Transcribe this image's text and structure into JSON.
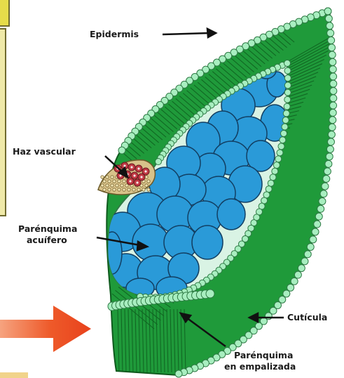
{
  "labels": {
    "epidermis": "Epidermis",
    "haz_vascular": "Haz vascular",
    "parenquima_acuifero_line1": "Parénquima",
    "parenquima_acuifero_line2": "acuífero",
    "cuticula": "Cutícula",
    "parenquima_empalizada_line1": "Parénquima",
    "parenquima_empalizada_line2": "en empalizada"
  },
  "colors": {
    "palisade": "#1f9a3a",
    "palisade_dark": "#0f5a1e",
    "epidermis_cell": "#a8eec0",
    "epidermis_stroke": "#2f7a45",
    "water_tissue": "#2a9ad8",
    "water_tissue_stroke": "#123f63",
    "vascular_xylem": "#c23a45",
    "vascular_phloem": "#d8c28a",
    "arrow": "#e8421c",
    "pointer": "#111111"
  },
  "icons": {
    "indicator": "red-arrow-icon"
  }
}
